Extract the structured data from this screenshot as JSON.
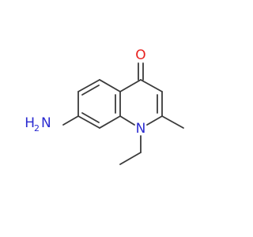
{
  "molecule": {
    "atoms": {
      "carbonyl_oxygen": "O",
      "ring_nitrogen": "N",
      "amino_nitrogen": "N",
      "amino_hydrogen": "H",
      "amino_hydrogen_count": "2"
    }
  },
  "colors": {
    "bond": "#3a3a3a",
    "oxygen": "#e8211e",
    "nitrogen": "#2a2ad0",
    "background": "#ffffff"
  }
}
